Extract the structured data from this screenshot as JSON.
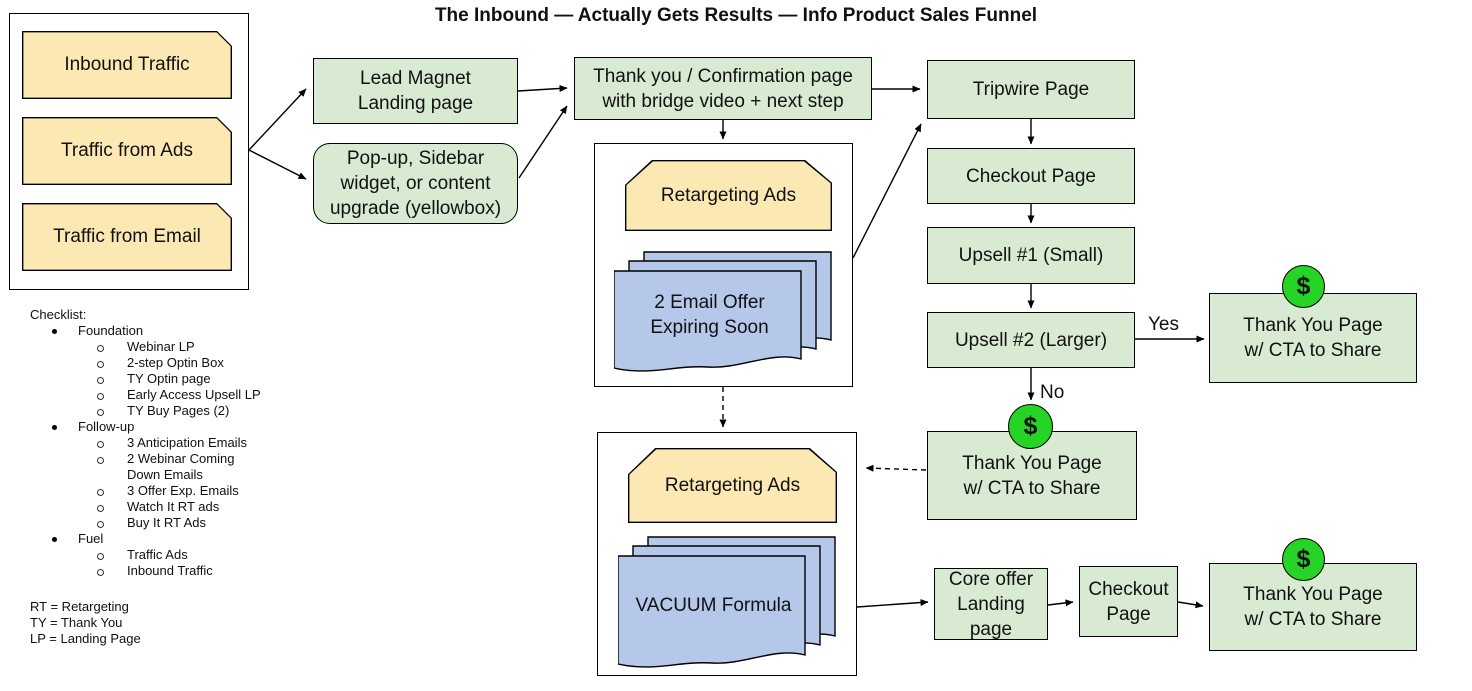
{
  "title": "The Inbound — Actually Gets Results — Info Product Sales Funnel",
  "money_symbol": "$",
  "labels": {
    "yes": "Yes",
    "no": "No"
  },
  "traffic_sources": [
    "Inbound Traffic",
    "Traffic from Ads",
    "Traffic from Email"
  ],
  "nodes": {
    "lead_magnet": "Lead Magnet\nLanding page",
    "popup": "Pop-up, Sidebar\nwidget, or content\nupgrade (yellowbox)",
    "confirmation": "Thank you / Confirmation page\nwith bridge video + next step",
    "tripwire": "Tripwire Page",
    "checkout": "Checkout Page",
    "upsell1": "Upsell #1 (Small)",
    "upsell2": "Upsell #2 (Larger)",
    "ty_share": "Thank You Page\nw/ CTA to Share",
    "retargeting": "Retargeting Ads",
    "email_offer": "2 Email Offer\nExpiring Soon",
    "vacuum": "VACUUM Formula",
    "core_offer": "Core offer\nLanding\npage"
  },
  "checklist": {
    "title": "Checklist:",
    "groups": [
      {
        "label": "Foundation",
        "items": [
          "Webinar LP",
          "2-step Optin Box",
          "TY Optin page",
          "Early Access Upsell LP",
          "TY Buy Pages (2)"
        ]
      },
      {
        "label": "Follow-up",
        "items": [
          "3 Anticipation Emails",
          "2 Webinar Coming Down Emails",
          "3 Offer Exp. Emails",
          "Watch It RT ads",
          "Buy It RT Ads"
        ]
      },
      {
        "label": "Fuel",
        "items": [
          "Traffic Ads",
          "Inbound Traffic"
        ]
      }
    ]
  },
  "legend": [
    "RT = Retargeting",
    "TY = Thank You",
    "LP = Landing Page"
  ],
  "colors": {
    "yellow": "#fce8b2",
    "green": "#d9ead3",
    "blue": "#b5c8ea",
    "money_green": "#26d426"
  }
}
